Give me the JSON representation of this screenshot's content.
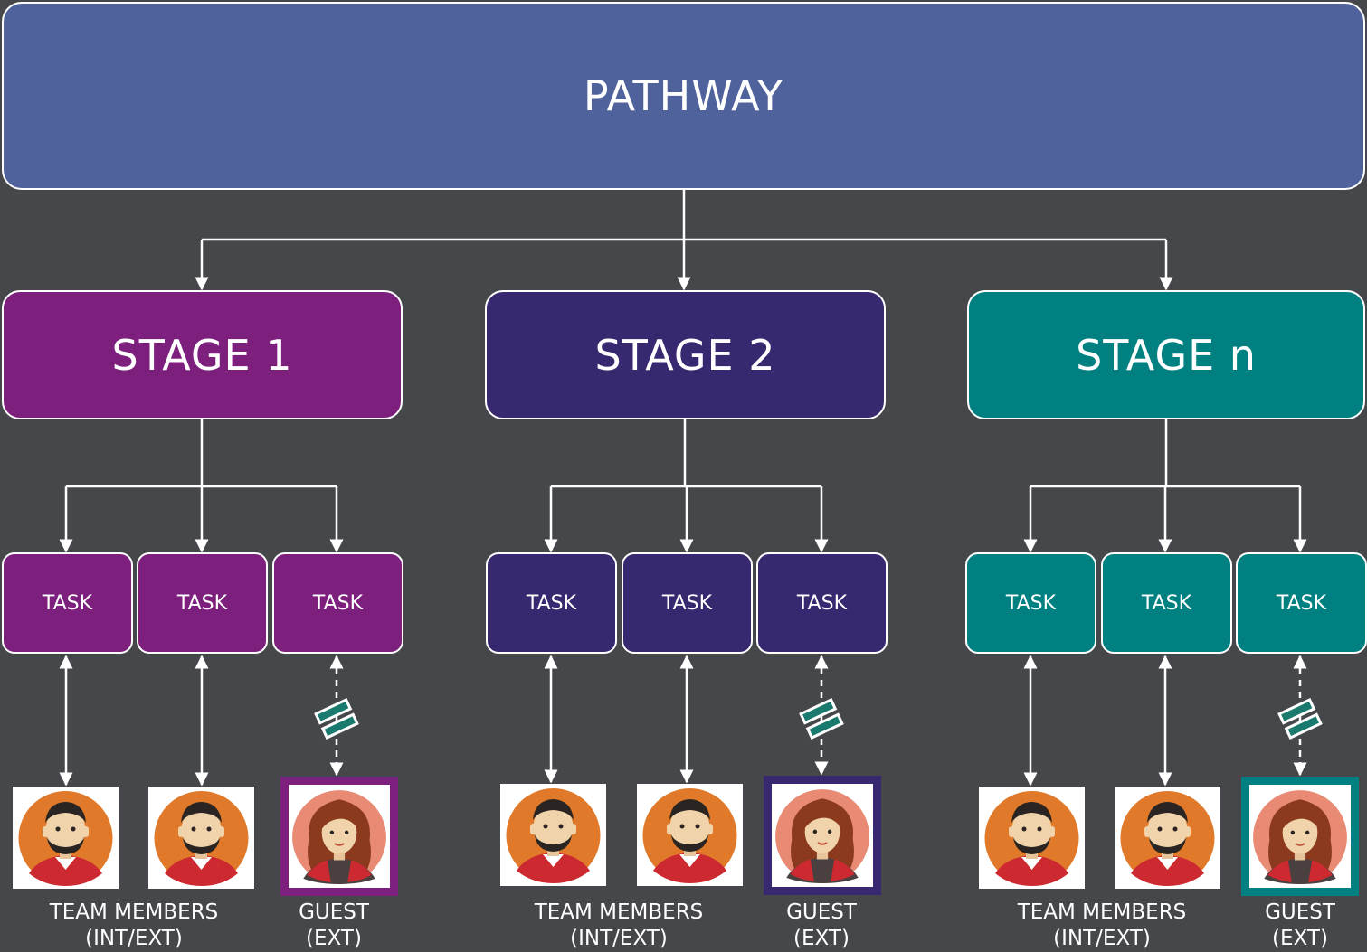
{
  "colors": {
    "background": "#45474b",
    "pathway": "#4f629b",
    "stage1": "#7d1f7d",
    "stage2": "#38286f",
    "stagen": "#008080",
    "connector": "#ffffff",
    "avatar_bg": "#e07a2a",
    "shirt": "#cc2a30",
    "guest_bg": "#e88a74",
    "hair": "#8b3a1e",
    "badge": "#1a7a6e"
  },
  "pathway": {
    "label": "PATHWAY"
  },
  "stages": [
    {
      "label": "STAGE 1",
      "color_key": "stage1",
      "tasks": [
        "TASK",
        "TASK",
        "TASK"
      ]
    },
    {
      "label": "STAGE 2",
      "color_key": "stage2",
      "tasks": [
        "TASK",
        "TASK",
        "TASK"
      ]
    },
    {
      "label": "STAGE n",
      "color_key": "stagen",
      "tasks": [
        "TASK",
        "TASK",
        "TASK"
      ]
    }
  ],
  "captions": {
    "team_line1": "TEAM MEMBERS",
    "team_line2": "(INT/EXT)",
    "guest_line1": "GUEST",
    "guest_line2": "(EXT)"
  },
  "icons": {
    "team_member": "man-avatar-icon",
    "guest": "woman-avatar-icon",
    "disconnect": "disconnect-badge-icon"
  }
}
